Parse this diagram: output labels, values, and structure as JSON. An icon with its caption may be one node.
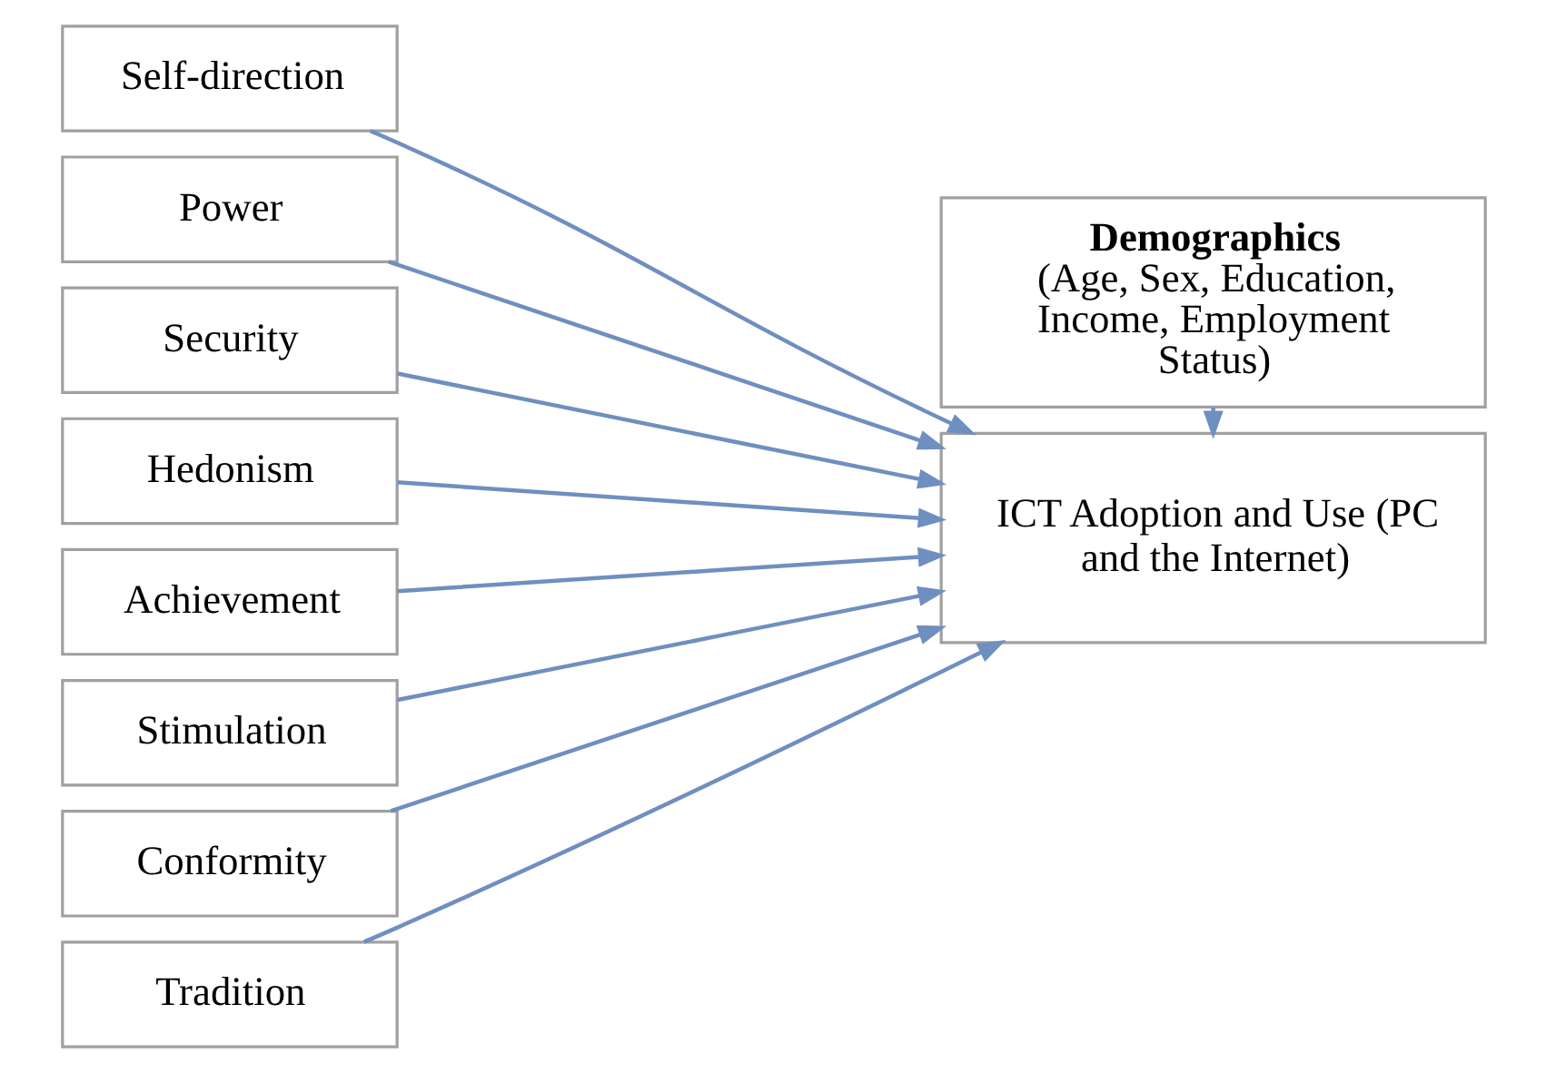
{
  "diagram": {
    "nodes": [
      {
        "text": [
          "Self-direction"
        ]
      },
      {
        "text": [
          "Power"
        ]
      },
      {
        "text": [
          "Security"
        ]
      },
      {
        "text": [
          "Hedonism"
        ]
      },
      {
        "text": [
          "Achievement"
        ]
      },
      {
        "text": [
          "Stimulation"
        ]
      },
      {
        "text": [
          "Conformity"
        ]
      },
      {
        "text": [
          "Tradition"
        ]
      },
      {
        "text": [
          "Demographics",
          "(Age, Sex, Education, Income, Employment Status)"
        ]
      },
      {
        "text": [
          "ICT Adoption and Use (PC and the Internet)"
        ]
      }
    ],
    "edges": [
      {
        "from": 0,
        "to": 9,
        "arrow": "to"
      },
      {
        "from": 1,
        "to": 9,
        "arrow": "to"
      },
      {
        "from": 2,
        "to": 9,
        "arrow": "to"
      },
      {
        "from": 3,
        "to": 9,
        "arrow": "to"
      },
      {
        "from": 4,
        "to": 9,
        "arrow": "to"
      },
      {
        "from": 5,
        "to": 9,
        "arrow": "to"
      },
      {
        "from": 6,
        "to": 9,
        "arrow": "to"
      },
      {
        "from": 7,
        "to": 9,
        "arrow": "to"
      },
      {
        "from": 8,
        "to": 9,
        "arrow": "to"
      }
    ]
  }
}
